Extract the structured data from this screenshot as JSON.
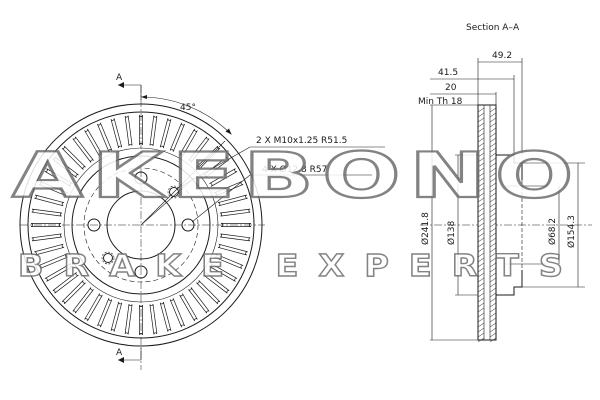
{
  "section_title": "Section A–A",
  "section_marks": {
    "top": "A",
    "bottom": "A"
  },
  "angle_label": "45°",
  "callouts": {
    "thread_holes": "2 X M10x1.25 R51.5",
    "bolt_holes": "4 X Ø12.8 R57"
  },
  "dimensions": {
    "overall_width": "49.2",
    "hub_offset": "41.5",
    "disc_thickness": "20",
    "min_thickness": "Min Th 18",
    "outer_diameter": "Ø241.8",
    "inner_diameter": "Ø138",
    "center_bore": "Ø68.2",
    "hub_diameter": "Ø154.3"
  },
  "watermark": {
    "brand": "AKEBONO",
    "tagline": "BRAKE EXPERTS",
    "color": "#6e6e6e"
  },
  "icons": {
    "bolt_hole": "circle-icon",
    "vent_slot": "slot-icon"
  }
}
